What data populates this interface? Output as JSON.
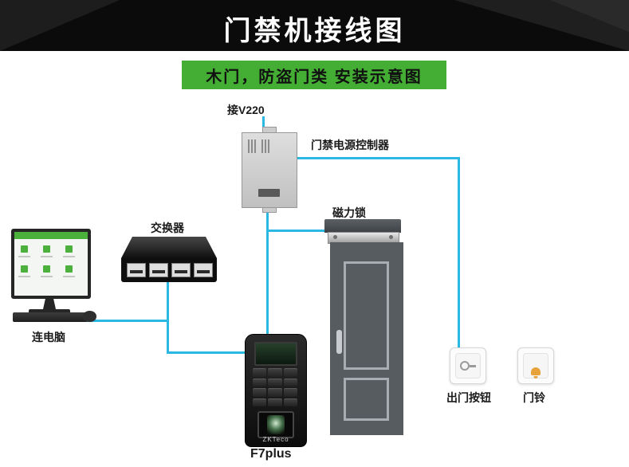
{
  "header": {
    "title": "门禁机接线图"
  },
  "banner": {
    "text": "木门，防盗门类 安装示意图"
  },
  "labels": {
    "power_input": "接V220",
    "power_controller": "门禁电源控制器",
    "magnetic_lock": "磁力锁",
    "network_switch": "交换器",
    "computer": "连电脑",
    "reader_model": "F7plus",
    "exit_button": "出门按钮",
    "doorbell": "门铃"
  },
  "devices": {
    "reader_brand": "ZKTeco"
  },
  "colors": {
    "wire": "#2bb8e2",
    "banner_bg": "#44ae34",
    "header_bg": "#0b0b0b",
    "door": "#575c61",
    "ui_green": "#4cb03c"
  }
}
